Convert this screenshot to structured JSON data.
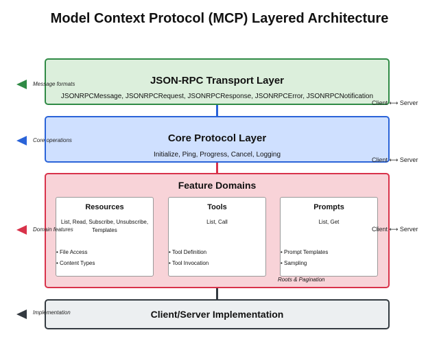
{
  "title": "Model Context Protocol (MCP) Layered Architecture",
  "layers": {
    "transport": {
      "title": "JSON-RPC Transport Layer",
      "subtitle": "JSONRPCMessage, JSONRPCRequest, JSONRPCResponse, JSONRPCError, JSONRPCNotification",
      "side_label": "Message formats",
      "flow": "Client ⟷ Server",
      "color": "#2f8a45"
    },
    "core": {
      "title": "Core Protocol Layer",
      "subtitle": "Initialize, Ping, Progress, Cancel, Logging",
      "side_label": "Core operations",
      "flow": "Client ⟷ Server",
      "color": "#2a63d8"
    },
    "feature": {
      "title": "Feature Domains",
      "side_label": "Domain features",
      "flow": "Client ⟷ Server",
      "note": "Roots & Pagination",
      "color": "#d8324a",
      "cards": [
        {
          "title": "Resources",
          "ops": "List, Read, Subscribe, Unsubscribe, Templates",
          "bullets": [
            "• File Access",
            "• Content Types"
          ]
        },
        {
          "title": "Tools",
          "ops": "List, Call",
          "bullets": [
            "• Tool Definition",
            "• Tool Invocation"
          ]
        },
        {
          "title": "Prompts",
          "ops": "List, Get",
          "bullets": [
            "• Prompt Templates",
            "• Sampling"
          ]
        }
      ]
    },
    "impl": {
      "title": "Client/Server Implementation",
      "side_label": "Implementation",
      "color": "#333a40"
    }
  }
}
